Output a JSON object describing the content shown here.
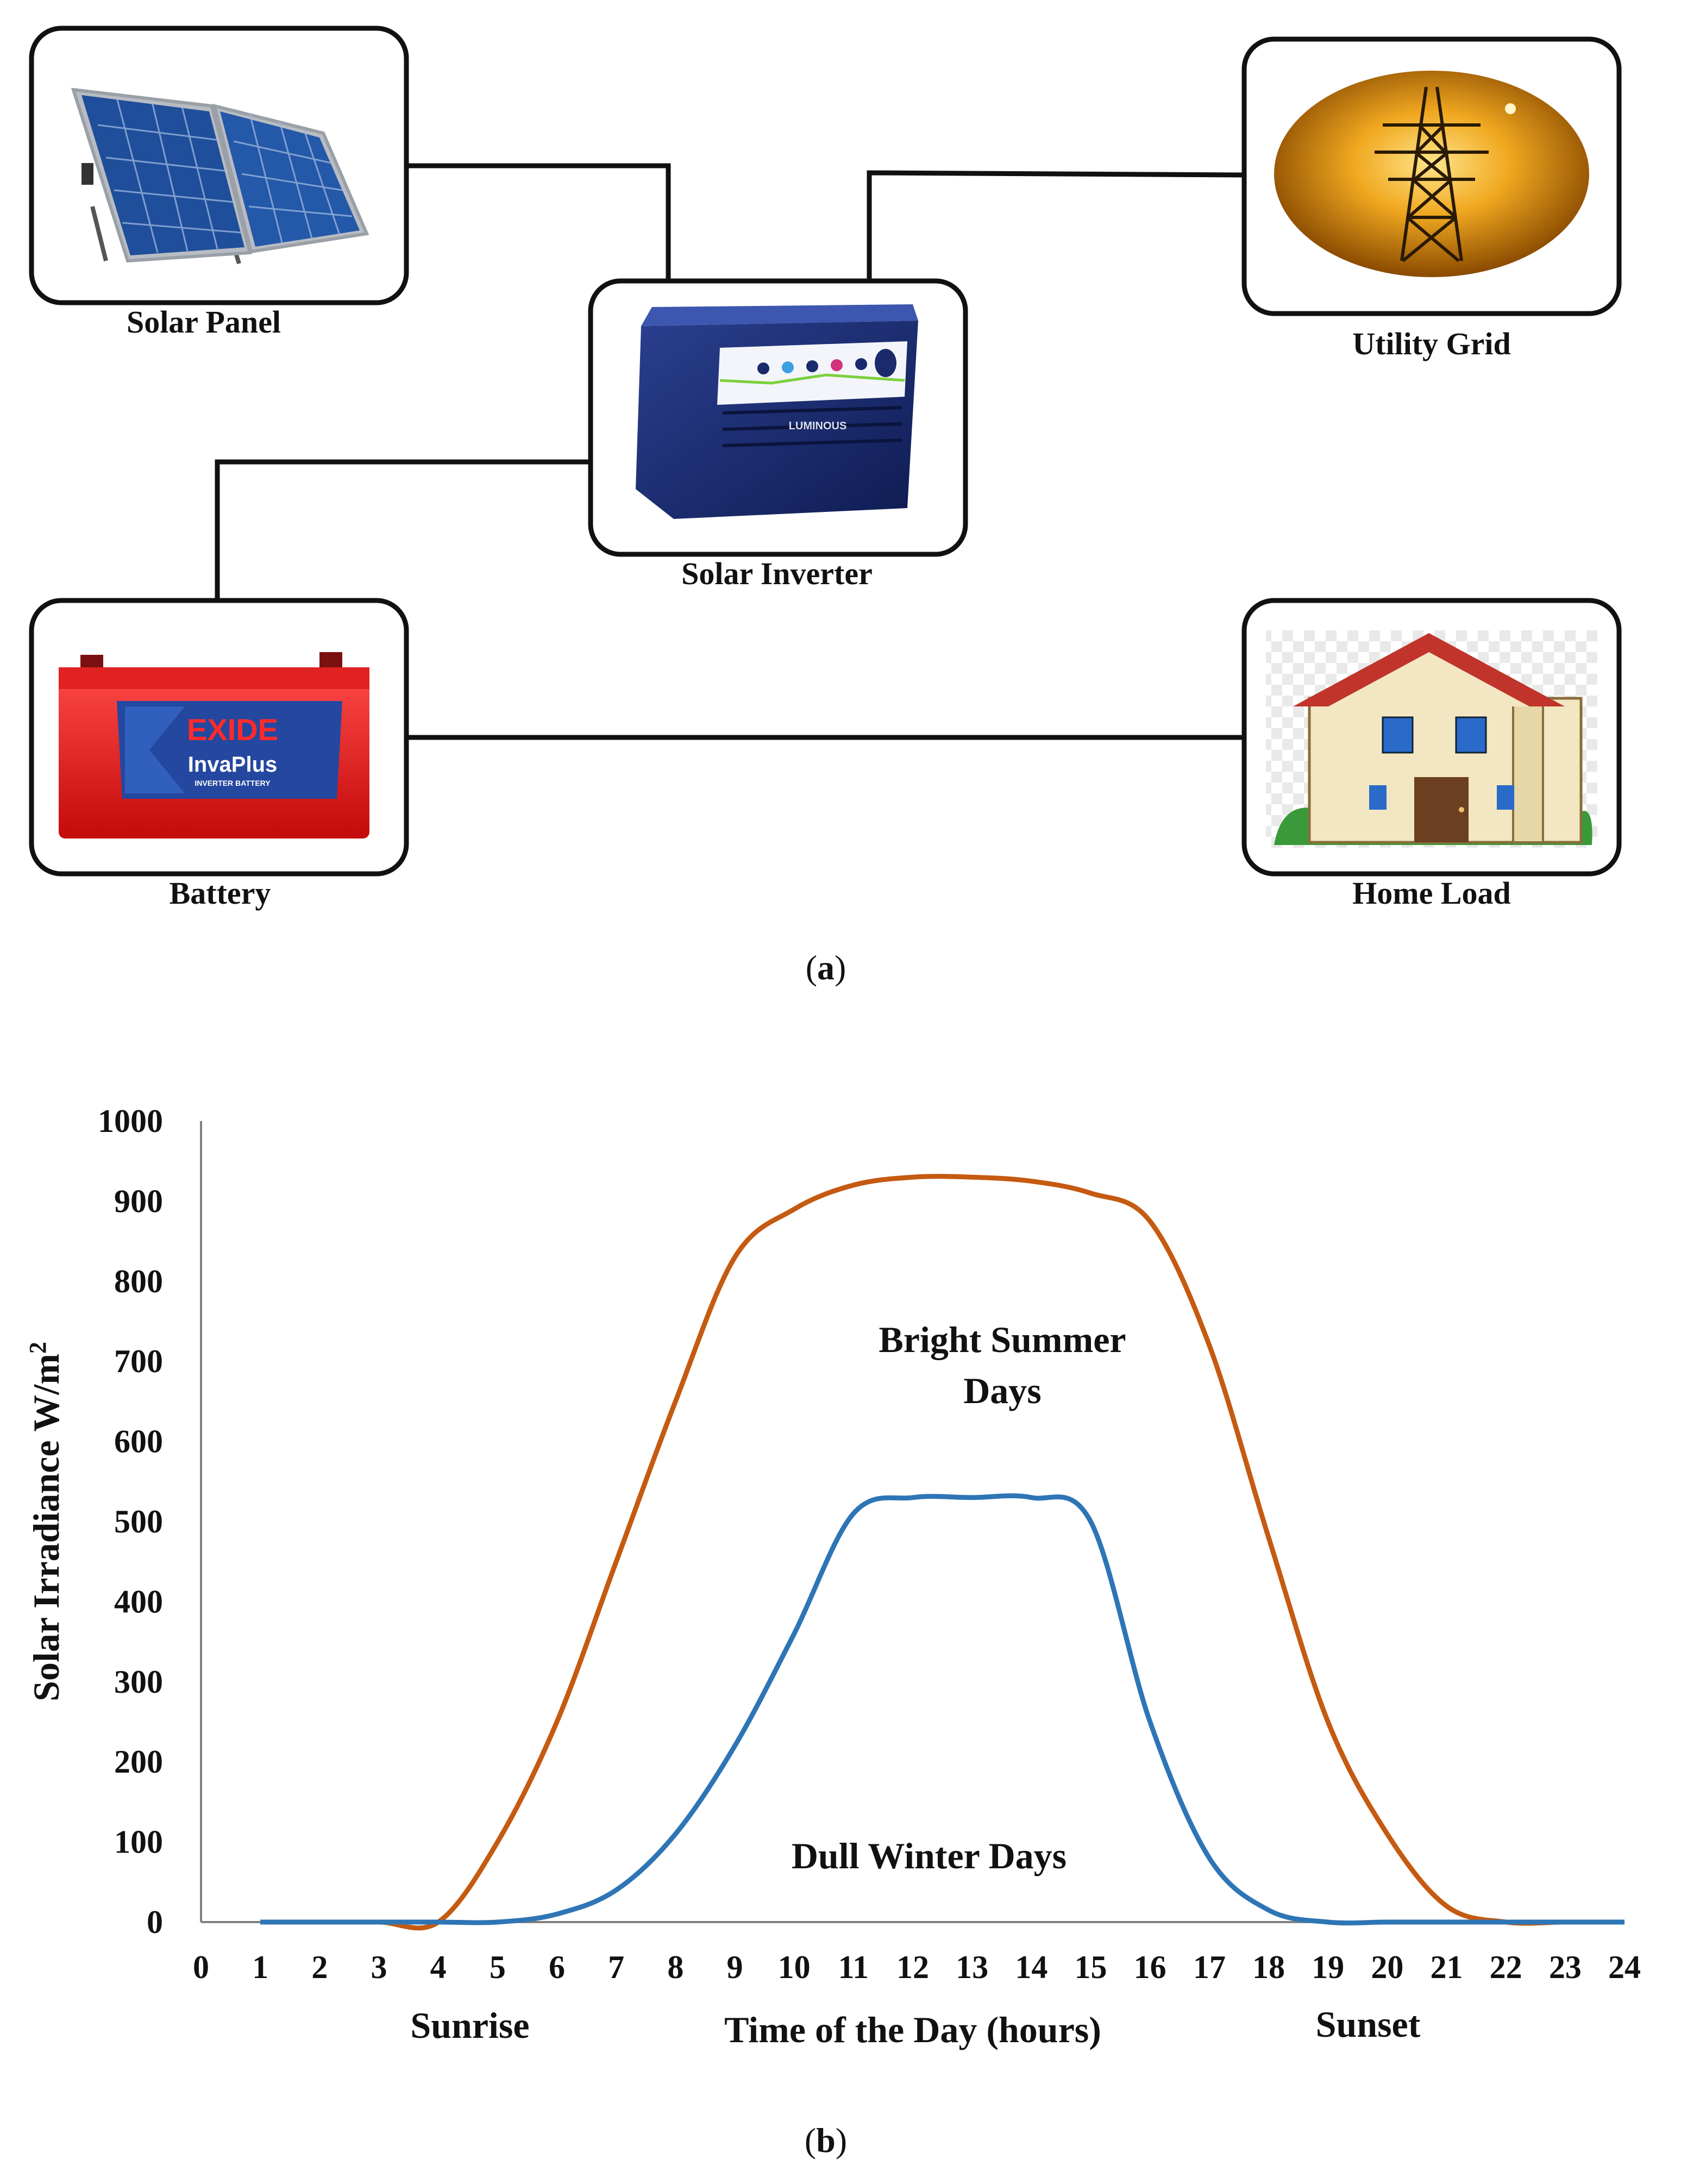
{
  "diagram": {
    "caption": "(a)",
    "caption_letter": "a",
    "components": {
      "solar_panel": {
        "label": "Solar Panel",
        "icon": "solar-panel-icon"
      },
      "solar_inverter": {
        "label": "Solar Inverter",
        "icon": "inverter-icon",
        "brand": "LUMINOUS"
      },
      "utility_grid": {
        "label": "Utility Grid",
        "icon": "transmission-tower-icon"
      },
      "battery": {
        "label": "Battery",
        "icon": "battery-icon",
        "brand": "EXIDE",
        "model": "InvaPlus",
        "tagline": "INVERTER BATTERY"
      },
      "home_load": {
        "label": "Home Load",
        "icon": "house-icon"
      }
    },
    "connections": [
      [
        "solar_panel",
        "solar_inverter"
      ],
      [
        "solar_inverter",
        "utility_grid"
      ],
      [
        "solar_inverter",
        "battery"
      ],
      [
        "battery",
        "home_load"
      ]
    ]
  },
  "chart_caption": "(b)",
  "chart_caption_letter": "b",
  "chart_data": {
    "type": "line",
    "ylabel_main": "Solar Irradiance W/m",
    "ylabel_sup": "2",
    "xlabel": "Time of the Day (hours)",
    "xlim": [
      0,
      24
    ],
    "ylim": [
      0,
      1000
    ],
    "x_ticks": [
      0,
      1,
      2,
      3,
      4,
      5,
      6,
      7,
      8,
      9,
      10,
      11,
      12,
      13,
      14,
      15,
      16,
      17,
      18,
      19,
      20,
      21,
      22,
      23,
      24
    ],
    "y_ticks": [
      0,
      100,
      200,
      300,
      400,
      500,
      600,
      700,
      800,
      900,
      1000
    ],
    "grid": false,
    "annotations": {
      "sunrise": {
        "text": "Sunrise",
        "x": 4.5
      },
      "sunset": {
        "text": "Sunset",
        "x": 19.7
      },
      "summer_line1": "Bright Summer",
      "summer_line2": "Days",
      "winter": "Dull Winter Days"
    },
    "colors": {
      "summer": "#C55A11",
      "winter": "#2E75B6",
      "axis": "#808080"
    },
    "series": [
      {
        "key": "summer",
        "x": [
          1,
          2,
          3,
          4,
          5,
          6,
          7,
          8,
          9,
          10,
          11,
          12,
          13,
          14,
          15,
          16,
          17,
          18,
          19,
          20,
          21,
          22,
          23,
          24
        ],
        "values": [
          0,
          0,
          0,
          0,
          100,
          250,
          450,
          650,
          830,
          890,
          920,
          930,
          930,
          925,
          910,
          875,
          720,
          480,
          250,
          110,
          20,
          0,
          0,
          0
        ]
      },
      {
        "key": "winter",
        "x": [
          1,
          2,
          3,
          4,
          5,
          6,
          7,
          8,
          9,
          10,
          11,
          12,
          13,
          14,
          15,
          16,
          17,
          18,
          19,
          20,
          21,
          22,
          23,
          24
        ],
        "values": [
          0,
          0,
          0,
          0,
          0,
          10,
          40,
          110,
          220,
          360,
          510,
          530,
          530,
          530,
          500,
          250,
          80,
          15,
          0,
          0,
          0,
          0,
          0,
          0
        ]
      }
    ]
  }
}
